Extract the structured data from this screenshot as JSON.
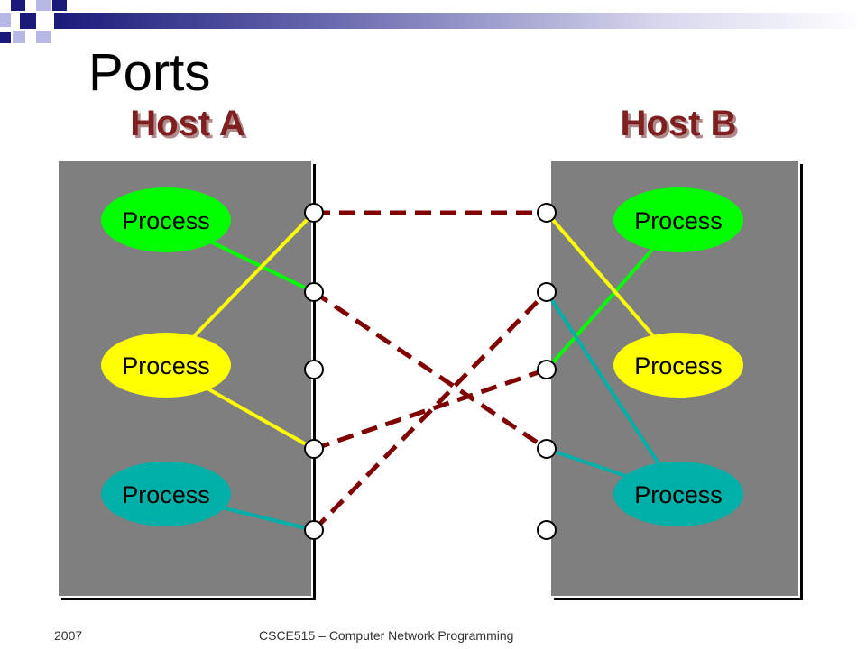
{
  "slide": {
    "title": "Ports",
    "footer_year": "2007",
    "footer_course": "CSCE515 – Computer Network Programming"
  },
  "colors": {
    "host_label": "#7F1F1F",
    "host_label_shadow": "#B08A8A",
    "host_box_fill": "#7F7F7F",
    "port_fill": "#FFFFFF",
    "link_dashed": "#800000",
    "green": "#00FF00",
    "yellow": "#FFFF00",
    "teal": "#00B0A8",
    "deco_navy": "#1A1A7A",
    "deco_lavender": "#B8B8E6"
  },
  "hosts": [
    {
      "label": "Host A",
      "processes": [
        {
          "label": "Process",
          "color": "green"
        },
        {
          "label": "Process",
          "color": "yellow"
        },
        {
          "label": "Process",
          "color": "teal"
        }
      ],
      "port_count": 5
    },
    {
      "label": "Host B",
      "processes": [
        {
          "label": "Process",
          "color": "green"
        },
        {
          "label": "Process",
          "color": "yellow"
        },
        {
          "label": "Process",
          "color": "teal"
        }
      ],
      "port_count": 5
    }
  ],
  "bindings": [
    {
      "host": 0,
      "process": 0,
      "port": 1,
      "color": "green"
    },
    {
      "host": 0,
      "process": 1,
      "port": 0,
      "color": "yellow"
    },
    {
      "host": 0,
      "process": 1,
      "port": 3,
      "color": "yellow"
    },
    {
      "host": 0,
      "process": 2,
      "port": 4,
      "color": "teal"
    },
    {
      "host": 1,
      "process": 0,
      "port": 2,
      "color": "green"
    },
    {
      "host": 1,
      "process": 1,
      "port": 0,
      "color": "yellow"
    },
    {
      "host": 1,
      "process": 2,
      "port": 1,
      "color": "teal"
    },
    {
      "host": 1,
      "process": 2,
      "port": 3,
      "color": "teal"
    }
  ],
  "connections": [
    {
      "from_port": 0,
      "to_port": 0
    },
    {
      "from_port": 1,
      "to_port": 3
    },
    {
      "from_port": 3,
      "to_port": 2
    },
    {
      "from_port": 4,
      "to_port": 1
    }
  ]
}
